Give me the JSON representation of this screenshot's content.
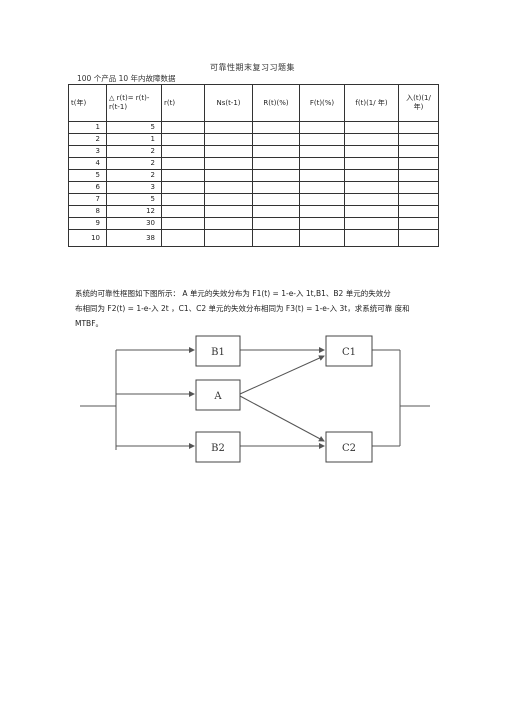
{
  "title": "可靠性期末复习习题集",
  "subtitle": "100 个产品 10 年内故障数据",
  "table": {
    "headers": [
      "t(年)",
      "△ r(t)= r(t)-r(t-1)",
      "r(t)",
      "Ns(t-1)",
      "R(t)(%)",
      "F(t)(%)",
      "f(t)(1/ 年)",
      "入(t)(1/ 年)"
    ],
    "rows": [
      {
        "t": "1",
        "dr": "5"
      },
      {
        "t": "2",
        "dr": "1"
      },
      {
        "t": "3",
        "dr": "2"
      },
      {
        "t": "4",
        "dr": "2"
      },
      {
        "t": "5",
        "dr": "2"
      },
      {
        "t": "6",
        "dr": "3"
      },
      {
        "t": "7",
        "dr": "5"
      },
      {
        "t": "8",
        "dr": "12"
      },
      {
        "t": "9",
        "dr": "30"
      },
      {
        "t": "10",
        "dr": "38"
      }
    ]
  },
  "paragraph": {
    "line1": "系统的可靠性框图如下图所示：     A 单元的失效分布为  F1(t) = 1-e-入 1t,B1、B2 单元的失效分",
    "line2": "布相同为 F2(t) = 1-e-入 2t ，C1、C2 单元的失效分布相同为  F3(t) = 1-e-入 3t，求系统可靠  度和",
    "line3": "MTBF。"
  },
  "diagram": {
    "blocks": {
      "b1": "B1",
      "a": "A",
      "b2": "B2",
      "c1": "C1",
      "c2": "C2"
    }
  }
}
